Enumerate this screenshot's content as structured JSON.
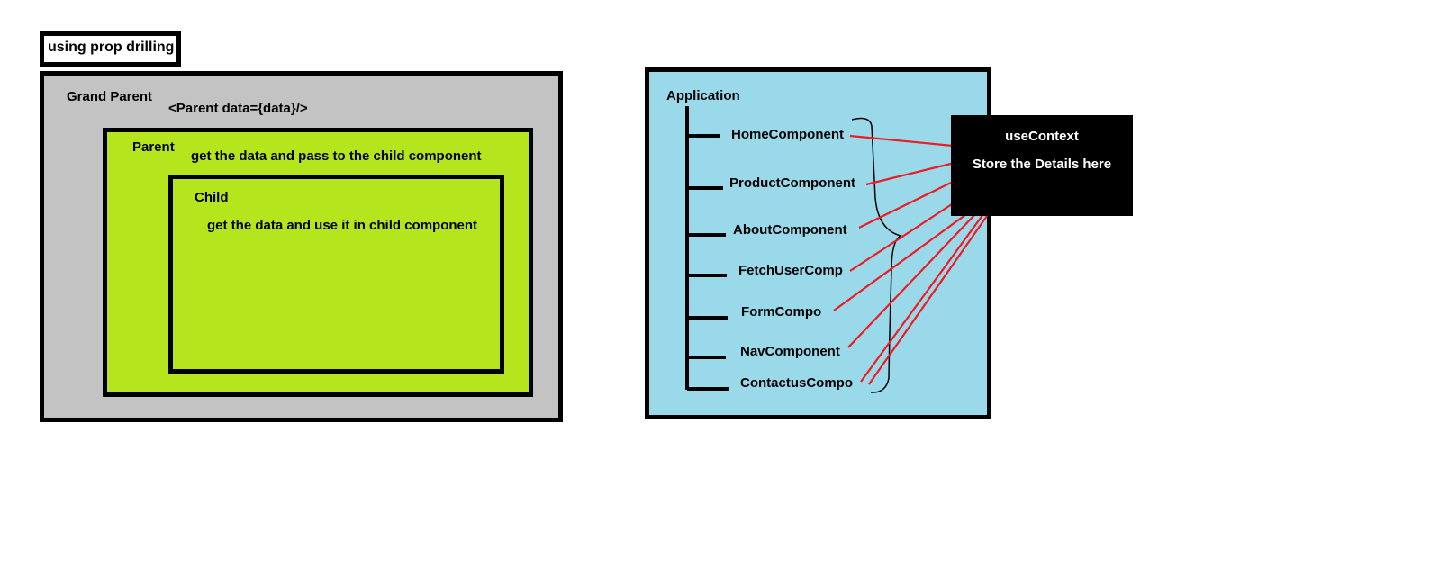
{
  "title": "using prop drilling",
  "prop_drilling": {
    "grand_parent": {
      "label": "Grand Parent",
      "code": "<Parent data={data}/>"
    },
    "parent": {
      "label": "Parent",
      "note": "get the data and pass to the child component"
    },
    "child": {
      "label": "Child",
      "note": "get the data and use it in child component"
    }
  },
  "context_tree": {
    "root": "Application",
    "components": [
      "HomeComponent",
      "ProductComponent",
      "AboutComponent",
      "FetchUserComp",
      "FormCompo",
      "NavComponent",
      "ContactusCompo"
    ]
  },
  "context_box": {
    "title": "useContext",
    "description": "Store the Details here"
  },
  "colors": {
    "grand_parent_fill": "#c3c3c3",
    "parent_fill": "#b5e61d",
    "application_fill": "#99d9ea",
    "context_fill": "#000000",
    "connector_line": "#ed1c24"
  }
}
